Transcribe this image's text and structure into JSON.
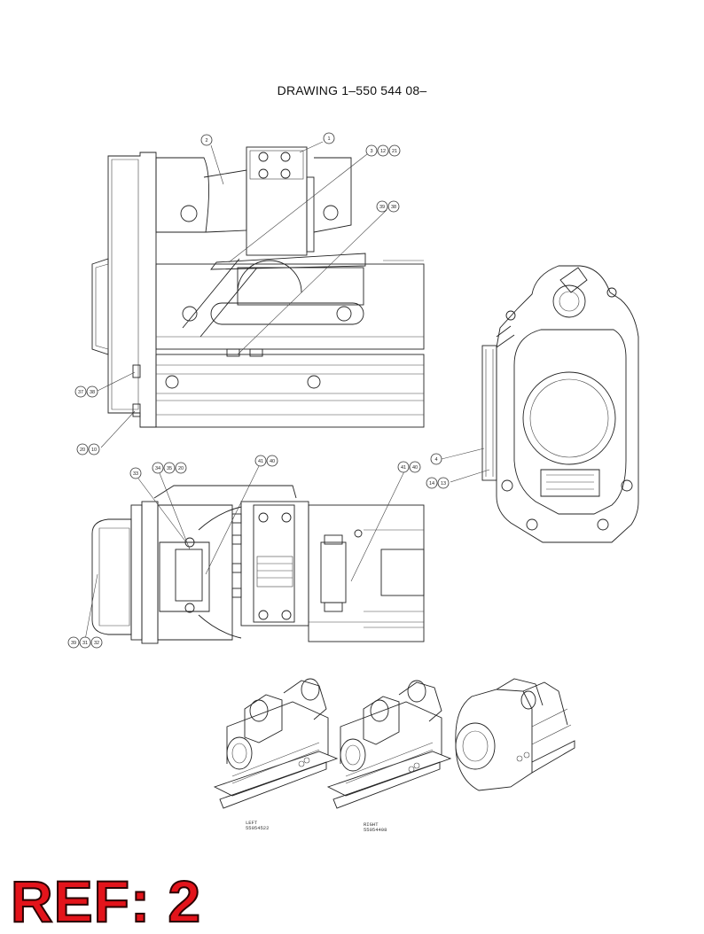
{
  "title": "DRAWING 1–550 544 08–",
  "ref_label": "REF: 2",
  "views": {
    "side": {
      "balloons": [
        {
          "id": "b2",
          "text": "2"
        },
        {
          "id": "b1",
          "text": "1"
        },
        {
          "id": "b3",
          "text": "3"
        },
        {
          "id": "b12",
          "text": "12"
        },
        {
          "id": "b21",
          "text": "21"
        },
        {
          "id": "b39a",
          "text": "39"
        },
        {
          "id": "b38a",
          "text": "38"
        },
        {
          "id": "b37",
          "text": "37"
        },
        {
          "id": "b38b",
          "text": "38"
        },
        {
          "id": "b20a",
          "text": "20"
        },
        {
          "id": "b10",
          "text": "10"
        }
      ]
    },
    "end": {
      "balloons": [
        {
          "id": "b4",
          "text": "4"
        },
        {
          "id": "b14",
          "text": "14"
        },
        {
          "id": "b13",
          "text": "13"
        }
      ]
    },
    "top": {
      "balloons": [
        {
          "id": "b33",
          "text": "33"
        },
        {
          "id": "b34",
          "text": "34"
        },
        {
          "id": "b35",
          "text": "35"
        },
        {
          "id": "b20b",
          "text": "20"
        },
        {
          "id": "b41a",
          "text": "41"
        },
        {
          "id": "b40a",
          "text": "40"
        },
        {
          "id": "b41b",
          "text": "41"
        },
        {
          "id": "b40b",
          "text": "40"
        },
        {
          "id": "b39b",
          "text": "39"
        },
        {
          "id": "b31",
          "text": "31"
        },
        {
          "id": "b32",
          "text": "32"
        }
      ]
    },
    "iso": {
      "left_label": "LEFT",
      "left_part": "55054522",
      "right_label": "RIGHT",
      "right_part": "55054408"
    }
  }
}
